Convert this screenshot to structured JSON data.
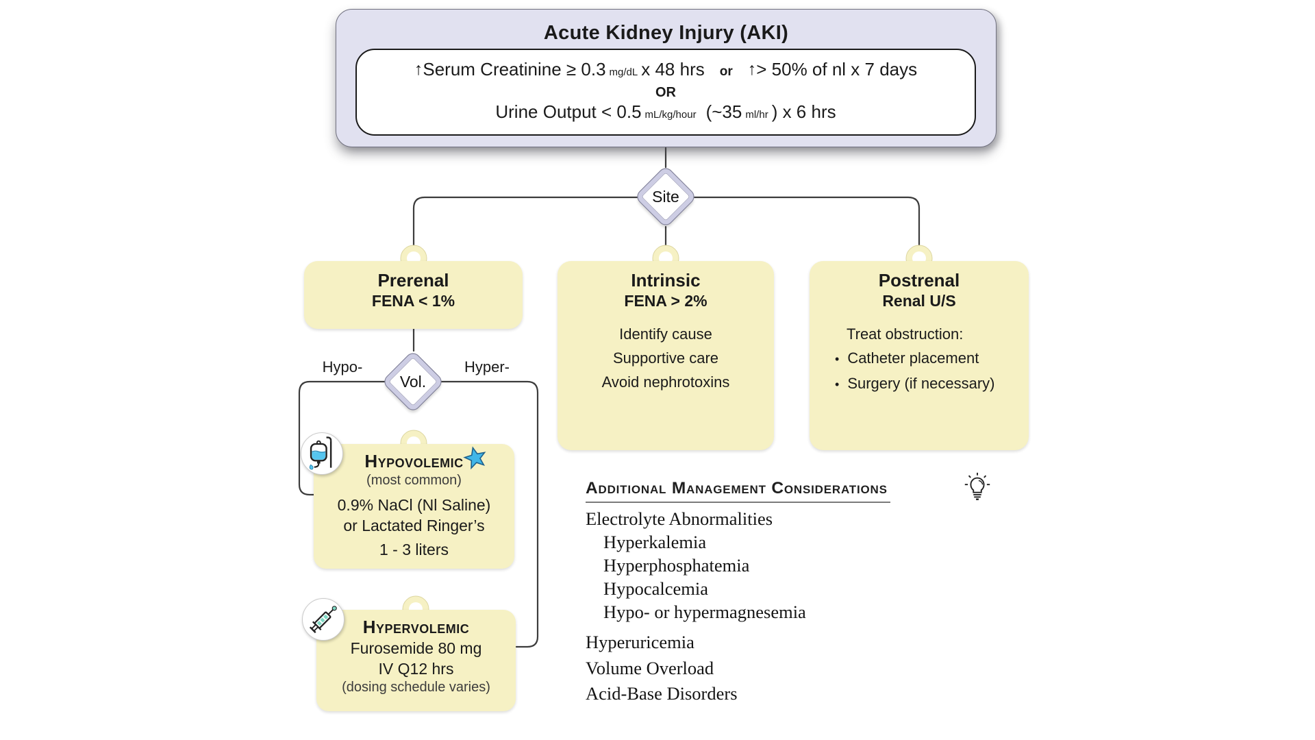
{
  "header": {
    "title": "Acute Kidney Injury (AKI)",
    "criteria": {
      "up1": "↑",
      "c1": "Serum Creatinine ≥ 0.3",
      "c1_unit": "mg/dL",
      "c1_tail": "x 48 hrs",
      "or_word": "or",
      "up2": "↑",
      "c2": "> 50% of nl x 7 days",
      "or_caps": "OR",
      "c3": "Urine Output < 0.5",
      "c3_unit": "mL/kg/hour",
      "c3_mid": "(~35",
      "c3_unit2": "ml/hr",
      "c3_tail": ") x 6 hrs"
    }
  },
  "decisions": {
    "site": {
      "label": "Site"
    },
    "vol": {
      "label": "Vol.",
      "left_label": "Hypo-",
      "right_label": "Hyper-"
    }
  },
  "branches": {
    "prerenal": {
      "title": "Prerenal",
      "subtitle": "FENA < 1%"
    },
    "intrinsic": {
      "title": "Intrinsic",
      "subtitle": "FENA > 2%",
      "items": [
        "Identify cause",
        "Supportive care",
        "Avoid nephrotoxins"
      ]
    },
    "postrenal": {
      "title": "Postrenal",
      "subtitle": "Renal U/S",
      "intro": "Treat obstruction:",
      "bullet": "•",
      "items": [
        "Catheter placement",
        "Surgery (if necessary)"
      ]
    }
  },
  "volume": {
    "hypovolemic": {
      "title": "Hypovolemic",
      "note": "(most common)",
      "lines": [
        "0.9% NaCl (Nl Saline)",
        "or Lactated Ringer’s",
        "1 - 3 liters"
      ],
      "icon": "iv-bag-icon",
      "badge": "star-icon"
    },
    "hypervolemic": {
      "title": "Hypervolemic",
      "lines": [
        "Furosemide 80 mg",
        "IV Q12 hrs"
      ],
      "note": "(dosing schedule varies)",
      "icon": "syringe-icon"
    }
  },
  "additional": {
    "heading": "Additional Management Considerations",
    "heading_icon": "lightbulb-icon",
    "items": [
      {
        "text": "Electrolyte Abnormalities",
        "indent": 0
      },
      {
        "text": "Hyperkalemia",
        "indent": 1
      },
      {
        "text": "Hyperphosphatemia",
        "indent": 1
      },
      {
        "text": "Hypocalcemia",
        "indent": 1
      },
      {
        "text": "Hypo- or hypermagnesemia",
        "indent": 1
      },
      {
        "text": "Hyperuricemia",
        "indent": 0
      },
      {
        "text": "Volume Overload",
        "indent": 0
      },
      {
        "text": "Acid-Base Disorders",
        "indent": 0
      }
    ]
  },
  "colors": {
    "lavender": "#e1e1f0",
    "yellow": "#f6f1c4",
    "yellow-ring": "#dcd6a0",
    "line": "#3c3c3c",
    "dmd-border": "#cdcde4",
    "star-blue": "#41b6e8",
    "iv-blue": "#56c5ef",
    "syringe-teal": "#7fd8c3"
  }
}
